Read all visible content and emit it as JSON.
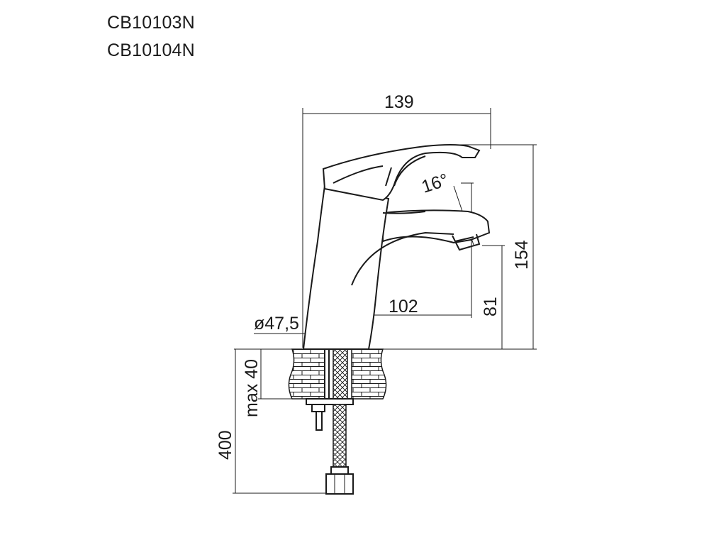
{
  "models": [
    "CB10103N",
    "CB10104N"
  ],
  "dimensions": {
    "overall_width": "139",
    "overall_height": "154",
    "spout_reach": "102",
    "spout_height": "81",
    "base_diameter": "ø47,5",
    "max_counter_thickness": "max 40",
    "hose_length": "400",
    "handle_angle": "16°"
  }
}
